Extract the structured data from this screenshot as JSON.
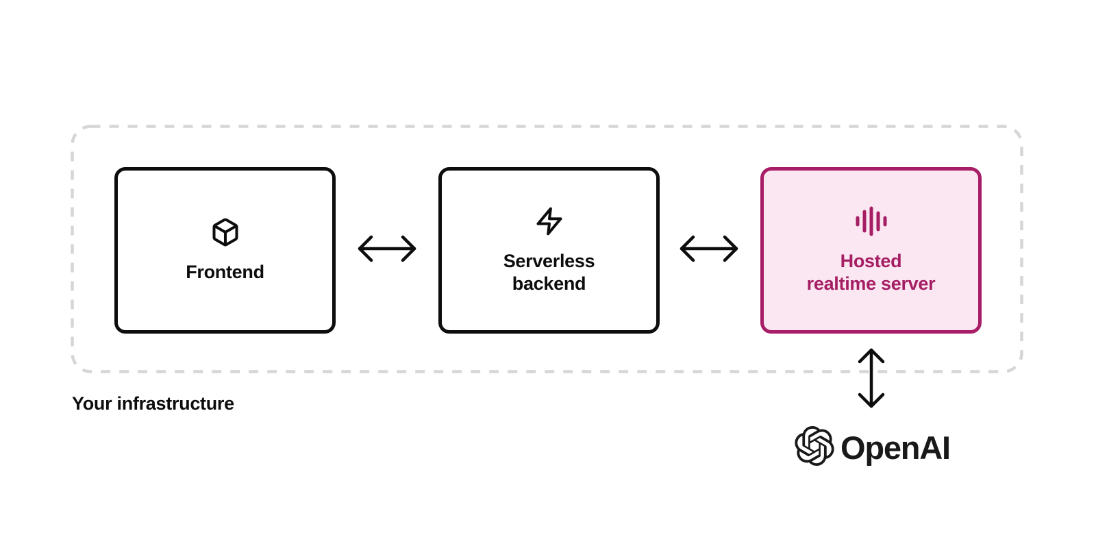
{
  "infrastructure": {
    "label": "Your infrastructure",
    "border_color": "#d6d6d6"
  },
  "nodes": {
    "frontend": {
      "icon": "cube-icon",
      "lines": [
        "Frontend"
      ]
    },
    "serverless": {
      "icon": "lightning-icon",
      "lines": [
        "Serverless",
        "backend"
      ]
    },
    "hosted": {
      "icon": "voice-waveform-icon",
      "lines": [
        "Hosted",
        "realtime server"
      ]
    }
  },
  "connections": {
    "frontend_backend": "bidirectional",
    "backend_hosted": "bidirectional",
    "hosted_openai": "bidirectional"
  },
  "openai": {
    "label": "OpenAI",
    "icon": "openai-logo-icon"
  },
  "colors": {
    "node_border": "#0d0d0d",
    "text": "#0d0d0d",
    "arrow": "#0d0d0d",
    "dashed_border": "#d6d6d6",
    "accent_border": "#a81d67",
    "accent_text": "#a51e63",
    "accent_background": "#fbe7f2",
    "logo": "#191919"
  }
}
